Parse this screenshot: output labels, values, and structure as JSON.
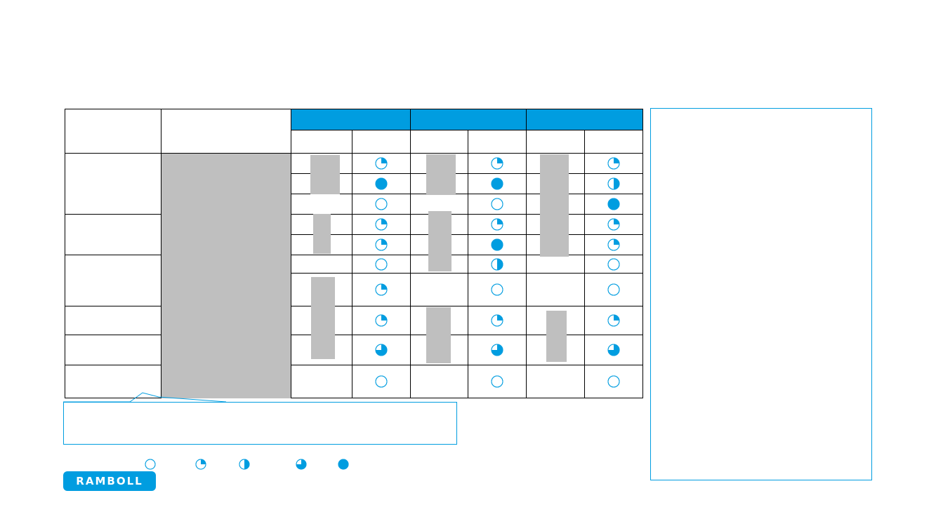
{
  "brand": {
    "logo_text": "RAMBOLL",
    "accent_color": "#009de0",
    "placeholder_color": "#bfbfbf"
  },
  "ratings_matrix": {
    "legend_levels": [
      0,
      0.25,
      0.5,
      0.75,
      1
    ],
    "groups": [
      {
        "columns": [
          [
            0.25,
            1,
            0,
            0.25,
            0.25,
            0,
            0.25,
            0.25,
            0.75,
            0
          ]
        ]
      },
      {
        "columns": [
          [
            0.25,
            1,
            0,
            0.25,
            1,
            0.5,
            0,
            0.25,
            0.75,
            0
          ]
        ]
      },
      {
        "columns": [
          [
            0.25,
            0.5,
            1,
            0.25,
            0.25,
            0,
            0,
            0.25,
            0.75,
            0
          ]
        ]
      }
    ]
  }
}
